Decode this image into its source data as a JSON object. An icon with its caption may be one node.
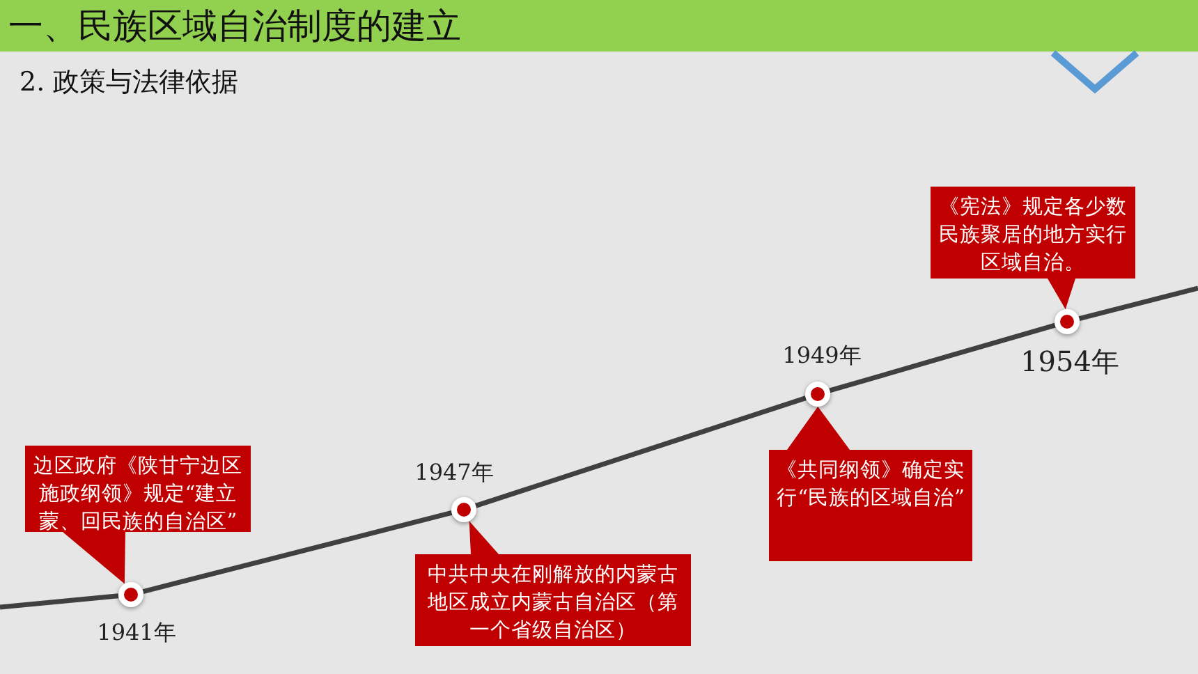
{
  "diagram": {
    "title": "一、民族区域自治制度的建立",
    "nodes": [
      {
        "text": [
          "边区政府《陕甘宁边区施政纲领》规定“建立蒙、回民族的自治区”"
        ]
      },
      {
        "text": [],
        "shape": "circle",
        "beside": [
          "1941年"
        ]
      },
      {
        "text": [],
        "shape": "circle",
        "beside": [
          "1947年"
        ]
      },
      {
        "text": [
          "中共中央在刚解放的内蒙古地区成立内蒙古自治区（第一个省级自治区）"
        ]
      },
      {
        "text": [],
        "shape": "circle",
        "beside": [
          "1949年"
        ]
      },
      {
        "text": [
          "《共同纲领》确定实行“民族的区域自治”"
        ]
      },
      {
        "text": [
          "《宪法》规定各少数民族聚居的地方实行区域自治。"
        ]
      },
      {
        "text": [],
        "shape": "circle",
        "beside": [
          "1954年"
        ]
      }
    ],
    "edges": [
      {
        "from": null,
        "to": 1,
        "arrow": "none"
      },
      {
        "from": 1,
        "to": 2,
        "arrow": "none"
      },
      {
        "from": 2,
        "to": 4,
        "arrow": "none"
      },
      {
        "from": 4,
        "to": 7,
        "arrow": "none"
      },
      {
        "from": 7,
        "to": null,
        "arrow": "none"
      },
      {
        "from": 0,
        "to": 1,
        "arrow": "to",
        "color": "#c00000"
      },
      {
        "from": 3,
        "to": 2,
        "arrow": "to",
        "color": "#c00000"
      },
      {
        "from": 5,
        "to": 4,
        "arrow": "to",
        "color": "#c00000"
      },
      {
        "from": 6,
        "to": 7,
        "arrow": "to",
        "color": "#c00000"
      }
    ],
    "labels": [
      "2. 政策与法律依据"
    ]
  }
}
